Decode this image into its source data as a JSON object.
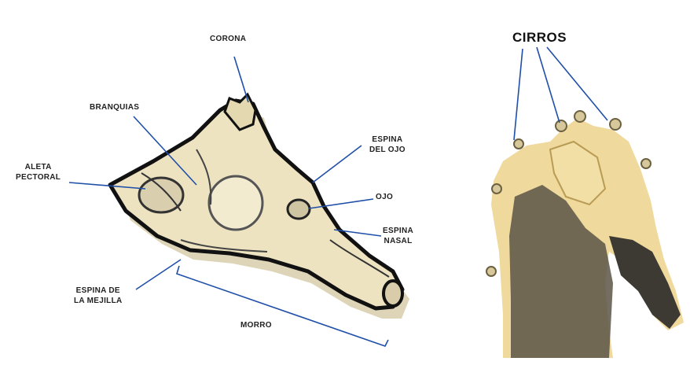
{
  "labels": {
    "corona": "CORONA",
    "branquias": "BRANQUIAS",
    "aleta_pectoral": "ALETA\nPECTORAL",
    "espina_ojo": "ESPINA\nDEL OJO",
    "ojo": "OJO",
    "espina_nasal": "ESPINA\nNASAL",
    "espina_mejilla": "ESPINA DE\nLA MEJILLA",
    "morro": "MORRO",
    "cirros": "CIRROS"
  },
  "colors": {
    "leader_line": "#1f4fa8",
    "head_fill": "#ede3c1",
    "outline": "#111111",
    "right_fill": "#efd99c"
  }
}
